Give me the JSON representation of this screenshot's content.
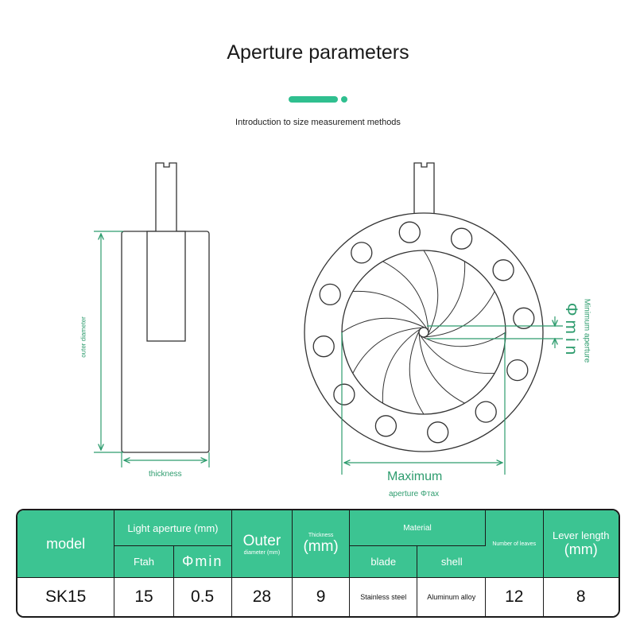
{
  "page": {
    "title": "Aperture parameters",
    "subtitle": "Introduction to size measurement methods"
  },
  "diagram": {
    "side_view": {
      "outer_diameter_label": "outer diameter",
      "thickness_label": "thickness"
    },
    "front_view": {
      "min_aperture_symbol": "Φmin",
      "min_aperture_label": "Minimum aperture",
      "max_aperture_title": "Maximum",
      "max_aperture_label": "aperture Φтax"
    }
  },
  "table": {
    "headers": {
      "model": "model",
      "light_aperture": "Light aperture (mm)",
      "ftah": "Ftah",
      "phimin": "Φmin",
      "outer": "Outer",
      "outer_sub": "diameter (mm)",
      "thickness": "Thickness",
      "thickness_unit": "(mm)",
      "material": "Material",
      "blade": "blade",
      "shell": "shell",
      "leaves": "Number of leaves",
      "lever": "Lever length",
      "lever_unit": "(mm)"
    },
    "row": {
      "model": "SK15",
      "ftah": "15",
      "phimin": "0.5",
      "outer": "28",
      "thickness": "9",
      "blade": "Stainless steel",
      "shell": "Aluminum alloy",
      "leaves": "12",
      "lever": "8"
    }
  },
  "colors": {
    "accent": "#2fbf8f",
    "header_fill": "#3cc492",
    "dimension_line": "#2e9c6e"
  }
}
